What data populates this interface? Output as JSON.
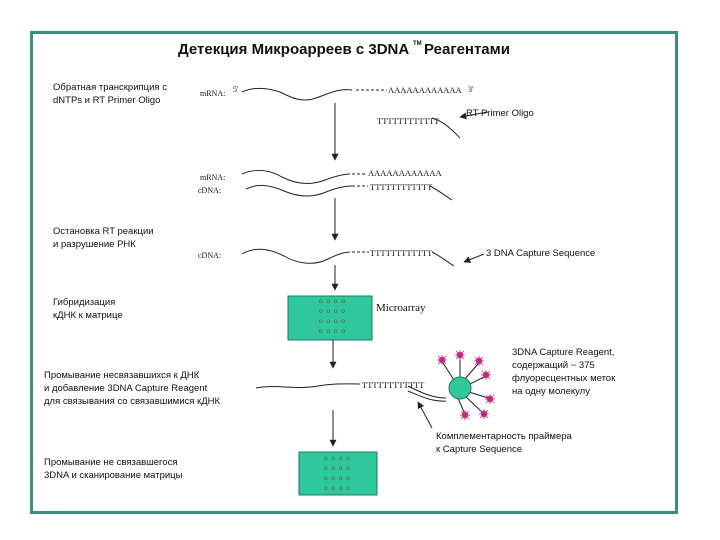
{
  "colors": {
    "frame_border": "#3c8c7e",
    "microarray_fill": "#2fc89a",
    "reagent_core": "#2fc89a",
    "fluor_marker": "#c0287a"
  },
  "title": {
    "text": "Детекция Микроарреев с 3DNA",
    "tm": "TM",
    "suffix": "Реагентами"
  },
  "steps": {
    "s1": {
      "line1": "Обратная транскрипция с",
      "line2": "dNTPs и RT Primer Oligo"
    },
    "s2": {
      "line1": "Остановка RT реакции",
      "line2": "и разрушение РНК"
    },
    "s3": {
      "line1": "Гибридизация",
      "line2": "кДНК к матрице"
    },
    "s4": {
      "line1": "Промывание несвязавшихся к ДНК",
      "line2": "и добавление 3DNA Capture Reagent",
      "line3": "для связывания со связавшимися кДНК"
    },
    "s5": {
      "line1": "Промывание не связавшегося",
      "line2": "3DNA и сканирование матрицы"
    }
  },
  "strands": {
    "mrna": "mRNA:",
    "cdna": "cDNA:",
    "five_prime": "5'",
    "three_prime": "3'",
    "polyA": "AAAAAAAAAAAA",
    "polyT": "TTTTTTTTTTTT"
  },
  "labels": {
    "rt_primer": "RT Primer Oligo",
    "capture_seq": "3 DNA Capture Sequence",
    "microarray": "Microarray",
    "reagent_l1": "3DNA Capture Reagent,",
    "reagent_l2": "содержащий ~ 375",
    "reagent_l3": "флуоресцентных меток",
    "reagent_l4": "на одну молекулу",
    "compl_l1": "Комплементарность праймера",
    "compl_l2": "к Capture Sequence"
  },
  "microarray_dots": "o o o o"
}
